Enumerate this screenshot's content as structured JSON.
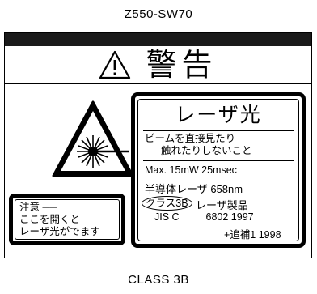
{
  "model_number": "Z550-SW70",
  "header": {
    "warning_word": "警告",
    "warning_icon": "exclamation-triangle-icon"
  },
  "hazard_symbol": {
    "icon": "laser-radiation-icon"
  },
  "note_box": {
    "line1": "注意 ──",
    "line2": "ここを開くと",
    "line3": "レーザ光がでます"
  },
  "info_box": {
    "title": "レーザ光",
    "warning_line1": "ビームを直接見たり",
    "warning_line2": "触れたりしないこと",
    "power": "Max.  15mW  25msec",
    "medium": "半導体レーザ  658nm",
    "class_badge": "クラス3B",
    "class_product": "レーザ製品",
    "standard_name": "JIS  C",
    "standard_number": "6802  1997",
    "amendment": "+追補1  1998"
  },
  "callout": {
    "caption": "CLASS 3B"
  },
  "colors": {
    "ink": "#000000",
    "band": "#1a1a1a",
    "background": "#ffffff"
  }
}
